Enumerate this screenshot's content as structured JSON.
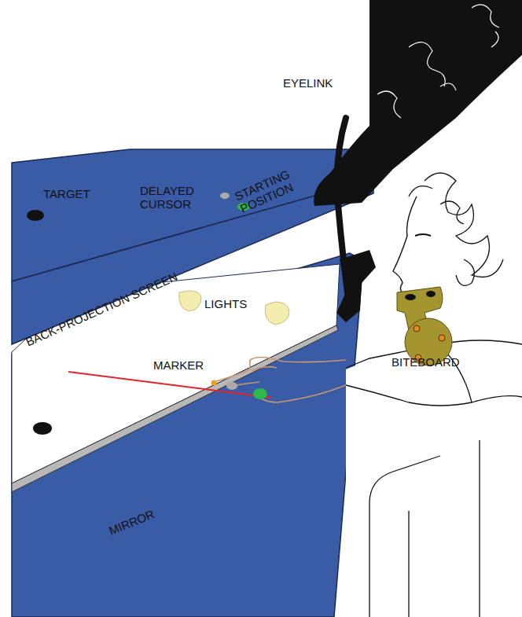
{
  "diagram": {
    "labels": [
      "EYELINK",
      "TARGET",
      "DELAYED CURSOR",
      "STARTING POSITION",
      "BACK-PROJECTION SCREEN",
      "LIGHTS",
      "MARKER",
      "BITEBOARD",
      "MIRROR"
    ]
  }
}
